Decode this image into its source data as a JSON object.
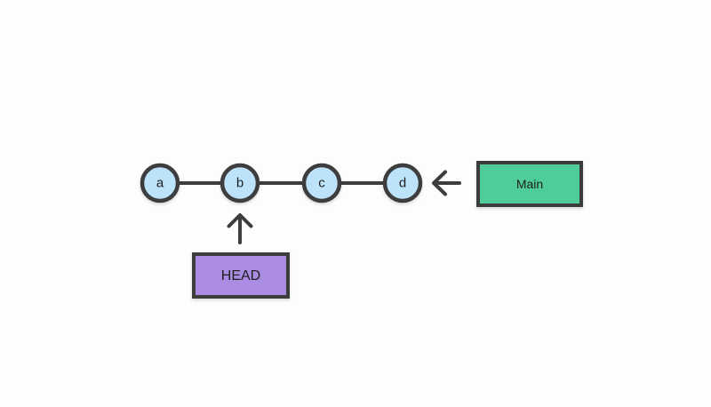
{
  "diagram": {
    "commits": [
      {
        "label": "a"
      },
      {
        "label": "b"
      },
      {
        "label": "c"
      },
      {
        "label": "d"
      }
    ],
    "branch": {
      "label": "Main"
    },
    "head": {
      "label": "HEAD"
    }
  },
  "colors": {
    "background": "#fdfdfd",
    "stroke": "#3d3d3d",
    "commit_fill": "#bce3fa",
    "branch_fill": "#4fcd99",
    "head_fill": "#aa8de2",
    "text": "#1e1e1e"
  }
}
